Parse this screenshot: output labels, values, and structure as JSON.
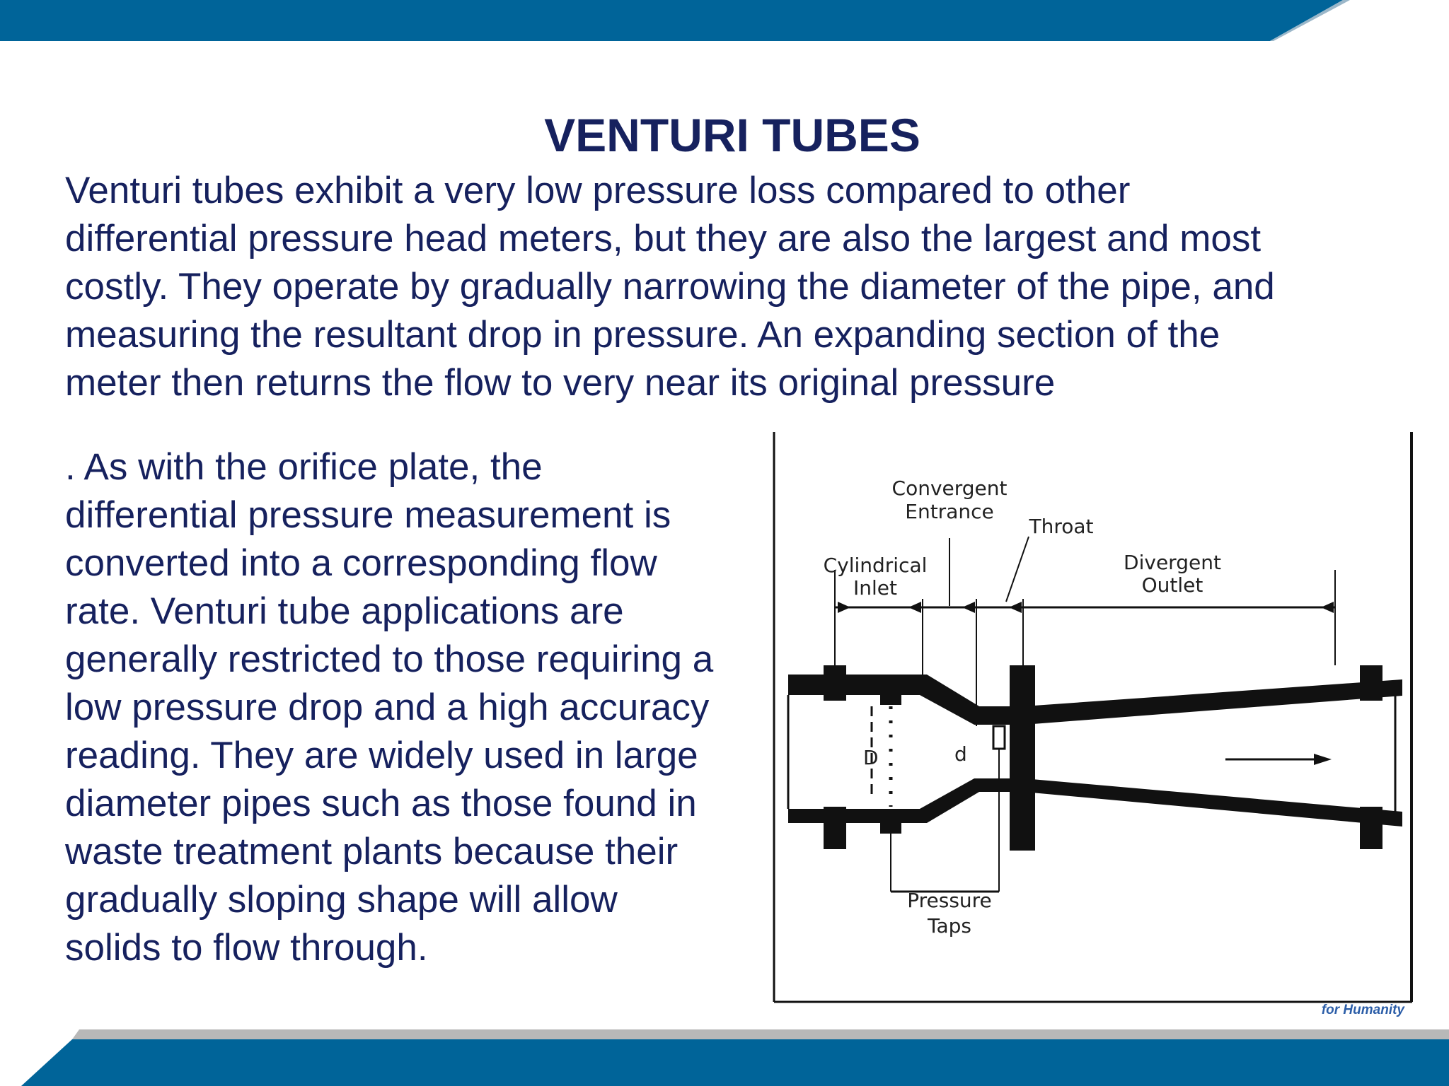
{
  "slide": {
    "title": "VENTURI TUBES",
    "paragraph_1": " Venturi tubes exhibit a very low pressure loss compared to other\ndifferential pressure head meters, but they are also the largest and most\ncostly. They operate by gradually narrowing the diameter of the pipe, and\nmeasuring the resultant drop in pressure. An expanding section of the\nmeter then returns the flow to very near its original pressure",
    "paragraph_2": ". As with the orifice plate, the\ndifferential pressure measurement is\nconverted into a corresponding flow\nrate. Venturi tube applications are\ngenerally restricted to those requiring a\nlow pressure drop and a high accuracy\nreading. They are widely used in large\ndiameter pipes such as those found in\nwaste treatment plants because their\ngradually sloping shape will allow\nsolids to flow through.",
    "footer_tag": "for Humanity"
  },
  "diagram": {
    "labels": {
      "convergent_1": "Convergent",
      "convergent_2": "Entrance",
      "throat": "Throat",
      "cylindrical_1": "Cylindrical",
      "cylindrical_2": "Inlet",
      "divergent_1": "Divergent",
      "divergent_2": "Outlet",
      "D": "D",
      "d": "d",
      "pressure_1": "Pressure",
      "pressure_2": "Taps"
    }
  },
  "colors": {
    "band_blue": "#006499",
    "band_gray": "#b8b8b8",
    "text_navy": "#16215e"
  }
}
